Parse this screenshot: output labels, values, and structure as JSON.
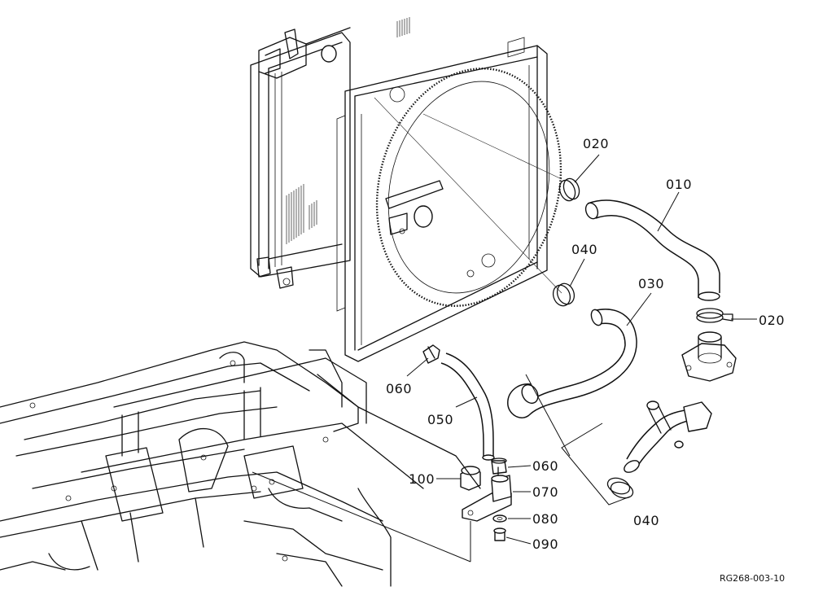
{
  "parts": {
    "p010": "010",
    "p020_top": "020",
    "p020_right": "020",
    "p030": "030",
    "p040_top": "040",
    "p040_bottom": "040",
    "p050": "050",
    "p060_left": "060",
    "p060_right": "060",
    "p070": "070",
    "p080": "080",
    "p090": "090",
    "p100": "100"
  },
  "reference_code": "RG268-003-10"
}
